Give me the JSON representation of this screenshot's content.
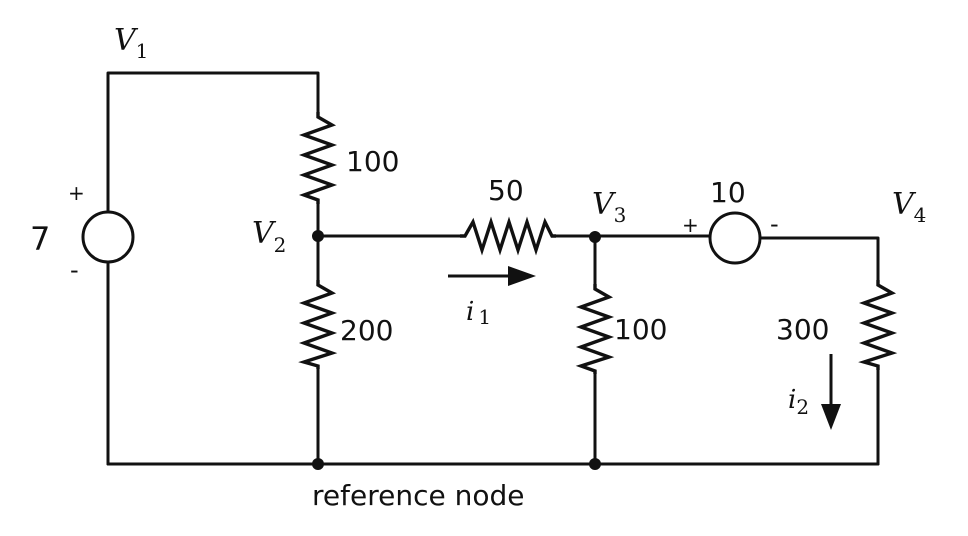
{
  "nodes": {
    "v1": {
      "letter": "V",
      "sub": "1"
    },
    "v2": {
      "letter": "V",
      "sub": "2"
    },
    "v3": {
      "letter": "V",
      "sub": "3"
    },
    "v4": {
      "letter": "V",
      "sub": "4"
    },
    "reference": "reference node"
  },
  "sources": {
    "source_7": {
      "value": "7",
      "plus": "+",
      "minus": "-"
    },
    "source_10": {
      "value": "10",
      "plus": "+",
      "minus": "-"
    }
  },
  "resistors": {
    "r_100_top": "100",
    "r_200": "200",
    "r_50": "50",
    "r_100_mid": "100",
    "r_300": "300"
  },
  "currents": {
    "i1": {
      "letter": "i",
      "sub": "1"
    },
    "i2": {
      "letter": "i",
      "sub": "2"
    }
  }
}
